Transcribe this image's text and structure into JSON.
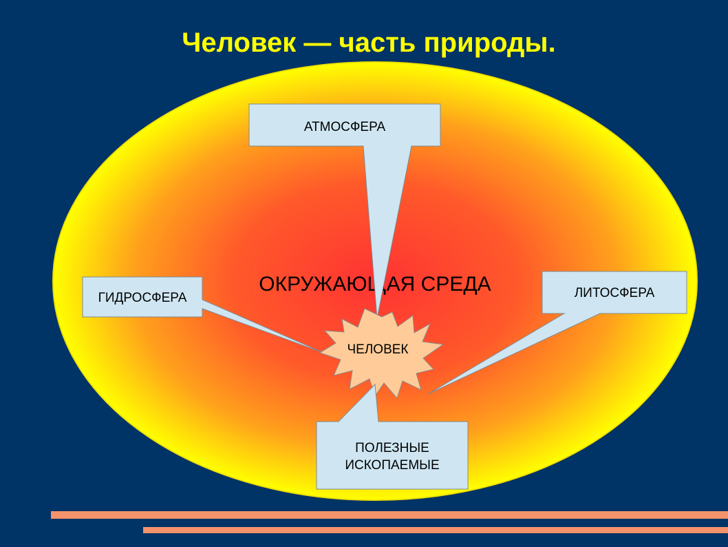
{
  "slide": {
    "title": "Человек — часть природы.",
    "environment_label": "ОКРУЖАЮЩАЯ СРЕДА",
    "center_label": "ЧЕЛОВЕК",
    "callouts": {
      "atmosphere": "АТМОСФЕРА",
      "hydrosphere": "ГИДРОСФЕРА",
      "lithosphere": "ЛИТОСФЕРА",
      "minerals_line1": "ПОЛЕЗНЫЕ",
      "minerals_line2": "ИСКОПАЕМЫЕ"
    }
  },
  "colors": {
    "background": "#003366",
    "title": "#ffff00",
    "ellipse_edge": "#ffff00",
    "ellipse_center": "#ff3333",
    "callout_fill": "#cfe6f2",
    "star_fill": "#ffcc99",
    "stripe": "#f4926b"
  }
}
